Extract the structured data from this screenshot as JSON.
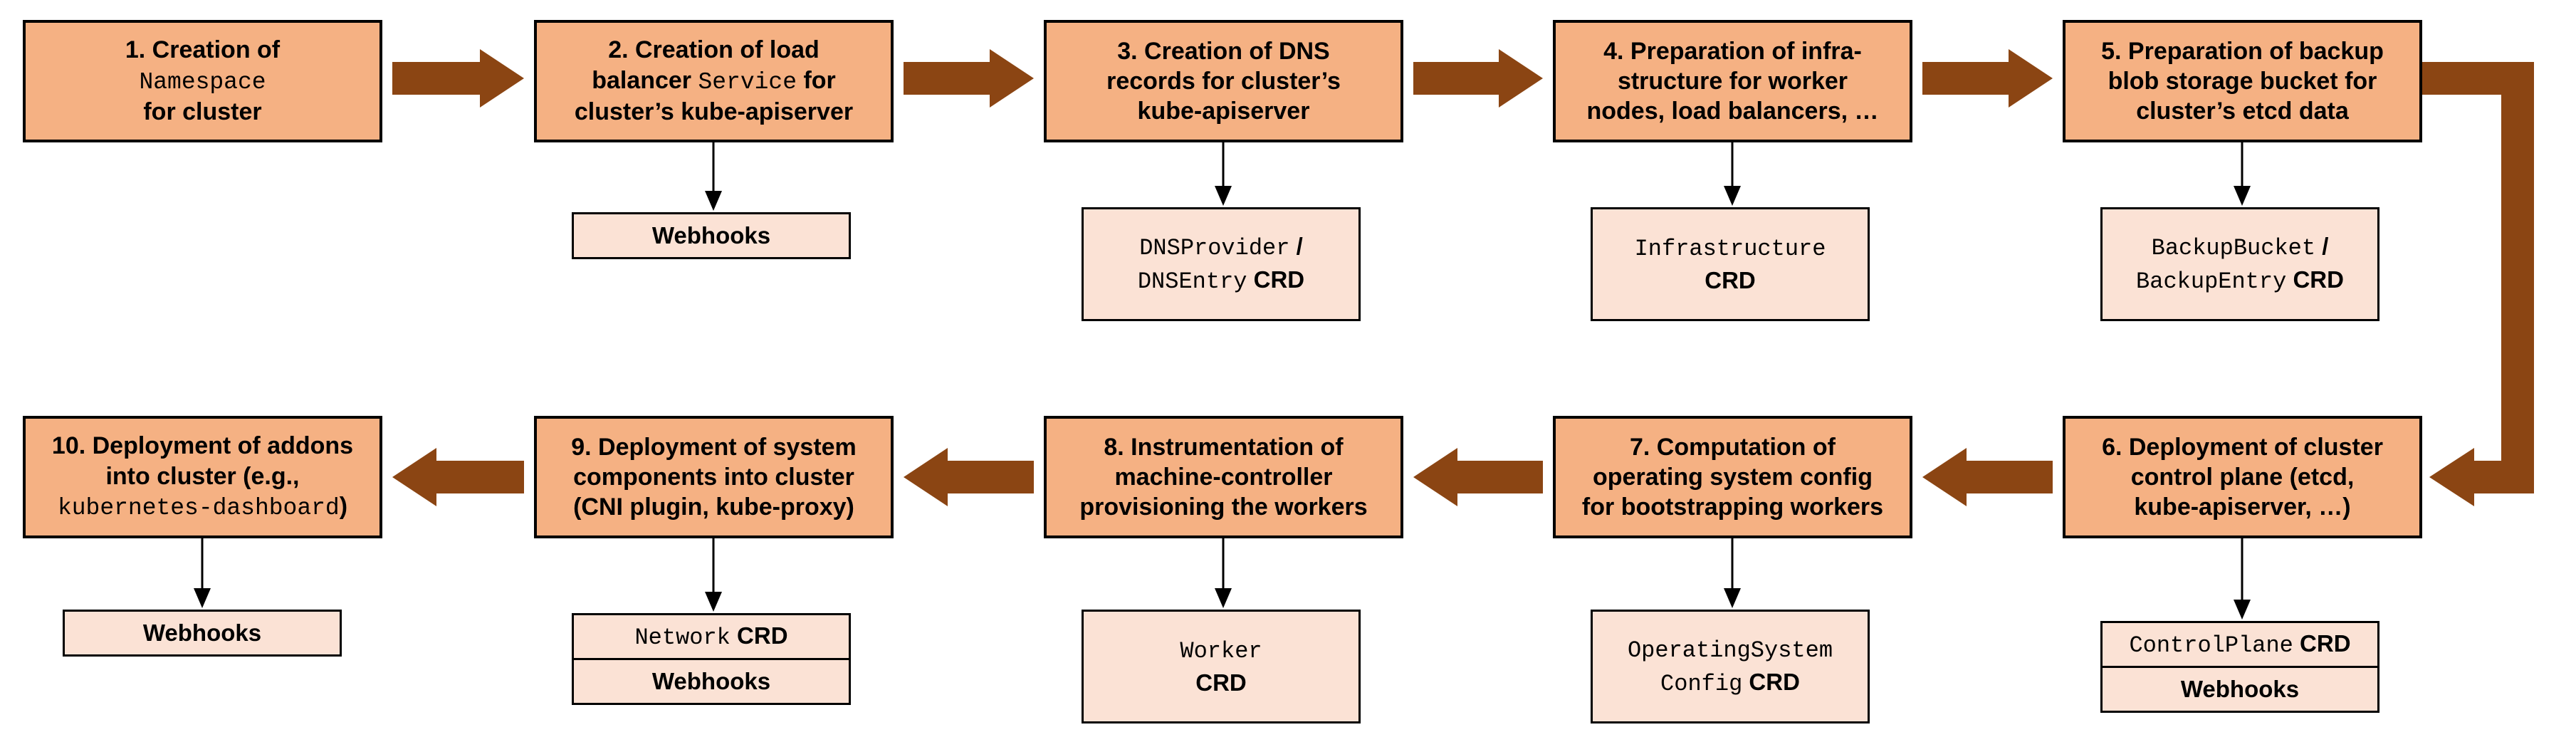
{
  "colors": {
    "box-fill": "#F5B183",
    "sub-fill": "#FBE2D5",
    "arrow-fill": "#8B4513",
    "line": "#000000",
    "background": "#FFFFFF"
  },
  "steps": {
    "s1": {
      "parts": [
        {
          "t": "1. Creation of",
          "br": true
        },
        {
          "t": "Namespace",
          "mono": true,
          "br": true
        },
        {
          "t": "for cluster"
        }
      ]
    },
    "s2": {
      "parts": [
        {
          "t": "2. Creation of load",
          "br": true
        },
        {
          "t": "balancer "
        },
        {
          "t": "Service",
          "mono": true
        },
        {
          "t": " for",
          "br": true
        },
        {
          "t": "cluster’s kube-apiserver"
        }
      ]
    },
    "s3": {
      "parts": [
        {
          "t": "3. Creation of DNS",
          "br": true
        },
        {
          "t": "records for cluster’s",
          "br": true
        },
        {
          "t": "kube-apiserver"
        }
      ]
    },
    "s4": {
      "parts": [
        {
          "t": "4. Preparation of infra-",
          "br": true
        },
        {
          "t": "structure for worker",
          "br": true
        },
        {
          "t": "nodes, load balancers, …"
        }
      ]
    },
    "s5": {
      "parts": [
        {
          "t": "5. Preparation of backup",
          "br": true
        },
        {
          "t": "blob storage bucket for",
          "br": true
        },
        {
          "t": "cluster’s etcd data"
        }
      ]
    },
    "s6": {
      "parts": [
        {
          "t": "6. Deployment of cluster",
          "br": true
        },
        {
          "t": "control plane (etcd,",
          "br": true
        },
        {
          "t": "kube-apiserver, …)"
        }
      ]
    },
    "s7": {
      "parts": [
        {
          "t": "7. Computation of",
          "br": true
        },
        {
          "t": "operating system config",
          "br": true
        },
        {
          "t": "for bootstrapping workers"
        }
      ]
    },
    "s8": {
      "parts": [
        {
          "t": "8. Instrumentation of",
          "br": true
        },
        {
          "t": "machine-controller",
          "br": true
        },
        {
          "t": "provisioning the workers"
        }
      ]
    },
    "s9": {
      "parts": [
        {
          "t": "9. Deployment of system",
          "br": true
        },
        {
          "t": "components into cluster",
          "br": true
        },
        {
          "t": "(CNI plugin, kube-proxy)"
        }
      ]
    },
    "s10": {
      "parts": [
        {
          "t": "10. Deployment of addons",
          "br": true
        },
        {
          "t": "into cluster (e.g.,",
          "br": true
        },
        {
          "t": "kubernetes-dashboard",
          "mono": true
        },
        {
          "t": ")"
        }
      ]
    }
  },
  "resources": {
    "webhooks_s2": {
      "parts": [
        {
          "t": "Webhooks"
        }
      ]
    },
    "dns_crd": {
      "parts": [
        {
          "t": "DNSProvider",
          "mono": true
        },
        {
          "t": " /",
          "br": true
        },
        {
          "t": "DNSEntry",
          "mono": true
        },
        {
          "t": " CRD"
        }
      ]
    },
    "infrastructure_crd": {
      "parts": [
        {
          "t": "Infrastructure",
          "mono": true,
          "br": true
        },
        {
          "t": "CRD"
        }
      ]
    },
    "backup_crd": {
      "parts": [
        {
          "t": "BackupBucket",
          "mono": true
        },
        {
          "t": " /",
          "br": true
        },
        {
          "t": "BackupEntry",
          "mono": true
        },
        {
          "t": " CRD"
        }
      ]
    },
    "controlplane_crd": {
      "parts": [
        {
          "t": "ControlPlane",
          "mono": true
        },
        {
          "t": " CRD"
        }
      ]
    },
    "webhooks_s6": {
      "parts": [
        {
          "t": "Webhooks"
        }
      ]
    },
    "osc_crd": {
      "parts": [
        {
          "t": "OperatingSystem",
          "mono": true,
          "br": true
        },
        {
          "t": "Config",
          "mono": true
        },
        {
          "t": " CRD"
        }
      ]
    },
    "worker_crd": {
      "parts": [
        {
          "t": "Worker",
          "mono": true,
          "br": true
        },
        {
          "t": "CRD"
        }
      ]
    },
    "network_crd": {
      "parts": [
        {
          "t": "Network",
          "mono": true
        },
        {
          "t": " CRD"
        }
      ]
    },
    "webhooks_s9": {
      "parts": [
        {
          "t": "Webhooks"
        }
      ]
    },
    "webhooks_s10": {
      "parts": [
        {
          "t": "Webhooks"
        }
      ]
    }
  }
}
